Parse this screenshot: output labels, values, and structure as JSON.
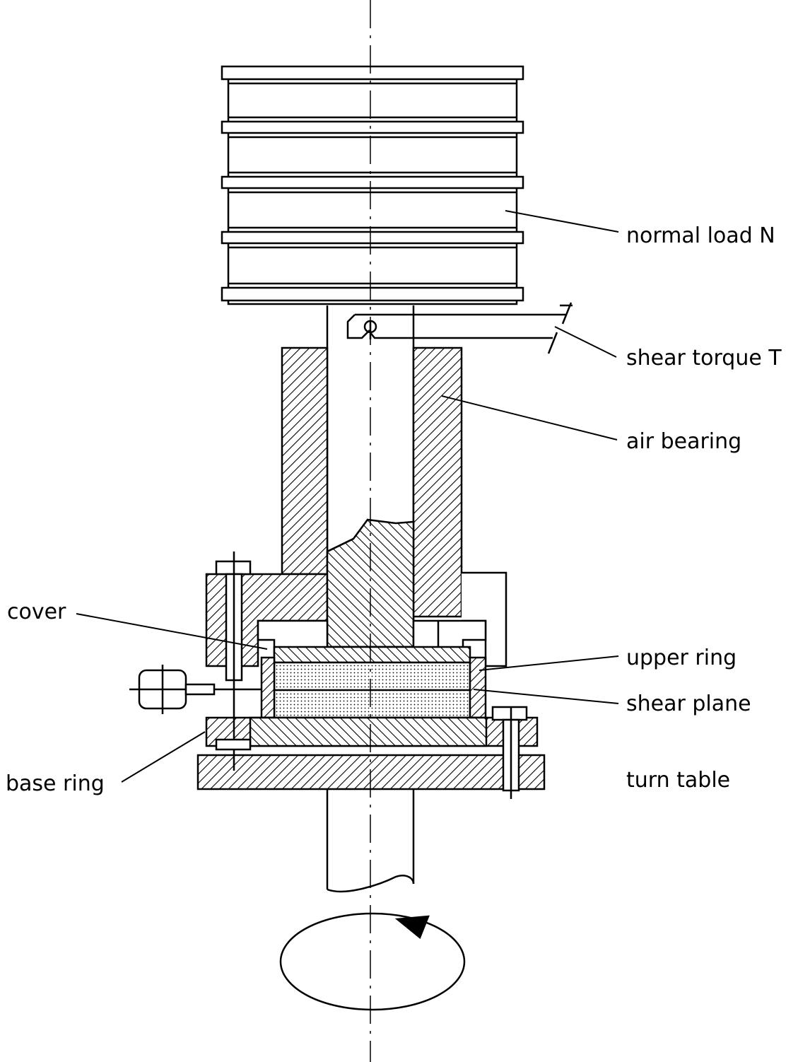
{
  "labels": {
    "normal_load": "normal load N",
    "shear_torque": "shear torque T",
    "air_bearing": "air bearing",
    "cover": "cover",
    "upper_ring": "upper ring",
    "shear_plane": "shear plane",
    "base_ring": "base ring",
    "turn_table": "turn table"
  },
  "colors": {
    "line": "#000000",
    "background": "#ffffff"
  }
}
